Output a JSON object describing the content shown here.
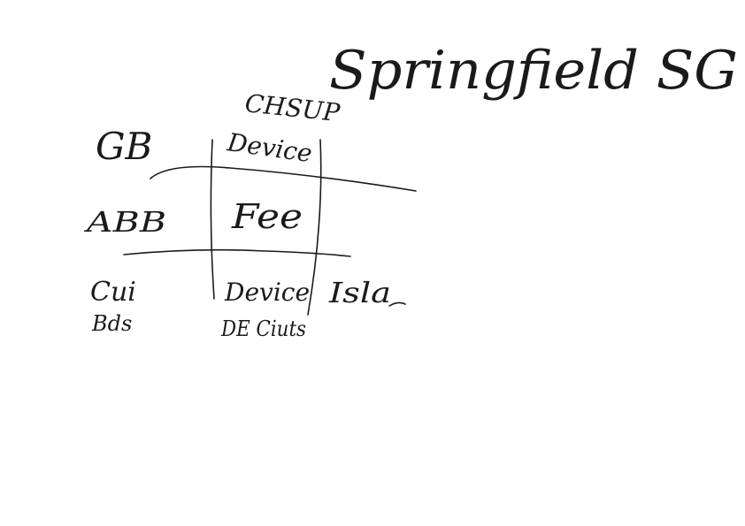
{
  "ink_color": "#1a1a1a",
  "background_color": "#ffffff",
  "title": "Springfield SG",
  "column_header_top": "CHSUP",
  "column_header": "Device",
  "row_header_top": "GB",
  "row_label_middle": "ABB",
  "cell_middle": "Fee",
  "row_label_bottom_line1": "Cui",
  "row_label_bottom_line2": "Bds",
  "cell_bottom_line1": "Device",
  "cell_bottom_line2": "DE Ciuts",
  "cell_bottom_right": "Isla"
}
